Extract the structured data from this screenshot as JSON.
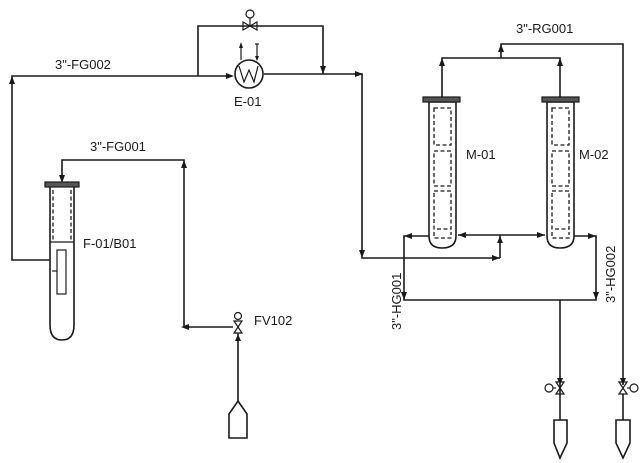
{
  "diagram": {
    "type": "process-flow-diagram",
    "line_labels": {
      "fg002": "3\"-FG002",
      "fg001": "3\"-FG001",
      "rg001": "3\"-RG001",
      "hg001": "3\"-HG001",
      "hg002": "3\"-HG002"
    },
    "equipment": {
      "heat_exchanger": "E-01",
      "furnace": "F-01/B01",
      "reactor_1": "M-01",
      "reactor_2": "M-02",
      "feed_valve": "FV102"
    },
    "icons": {
      "control_valve": "control-valve-icon",
      "heat_exchanger": "heat-exchanger-icon",
      "tank": "tank-icon"
    }
  }
}
